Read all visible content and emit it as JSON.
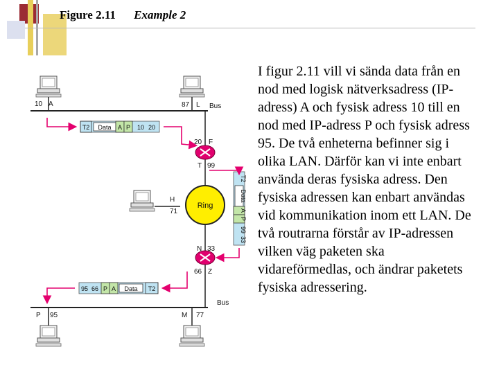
{
  "slide": {
    "figure_label": "Figure 2.11",
    "example_label": "Example 2",
    "body_text": "I figur 2.11 vill vi sända data från en nod med logisk nätverksadress (IP-adress) A och fysisk adress 10 till en nod med IP-adress P och fysisk adress 95. De två enheterna befinner sig i olika LAN. Därför kan vi inte enbart använda deras fysiska adress. Den fysiska adressen kan enbart användas vid kommunikation inom ett LAN. De två routrarna förstår av IP-adressen vilken väg paketen ska vidareförmedlas, och ändrar paketets fysiska adressering."
  },
  "diagram": {
    "bus_label_top": "Bus",
    "bus_label_bottom": "Bus",
    "ring_label": "Ring",
    "nodes": {
      "top_left": {
        "physical": "10",
        "logical": "A"
      },
      "top_right": {
        "physical": "87",
        "logical": "L"
      },
      "middle": {
        "logical": "H",
        "physical": "71"
      },
      "bottom_left": {
        "logical": "P",
        "physical": "95"
      },
      "bottom_right": {
        "logical": "M",
        "physical": "77"
      }
    },
    "router_top": {
      "upper_physical": "20",
      "upper_logical": "F",
      "lower_logical": "T",
      "lower_physical": "99"
    },
    "router_bottom": {
      "upper_logical": "N",
      "upper_physical": "33",
      "lower_physical": "66",
      "lower_logical": "Z"
    },
    "packet_1": [
      "T2",
      "Data",
      "A",
      "P",
      "10",
      "20"
    ],
    "packet_2": [
      "T2",
      "Data",
      "A",
      "P",
      "99",
      "33"
    ],
    "packet_3": [
      "95",
      "66",
      "P",
      "A",
      "Data",
      "T2"
    ],
    "colors": {
      "ring_fill": "#ffee00",
      "router_fill": "#e0006e",
      "arrow": "#e4006e",
      "packet_blue": "#bfe3f2",
      "packet_green": "#c3e6a8",
      "slide_accent": "#9b2b34",
      "slide_square": "#dce0ef",
      "slide_bar": "#e8cf5a"
    }
  }
}
